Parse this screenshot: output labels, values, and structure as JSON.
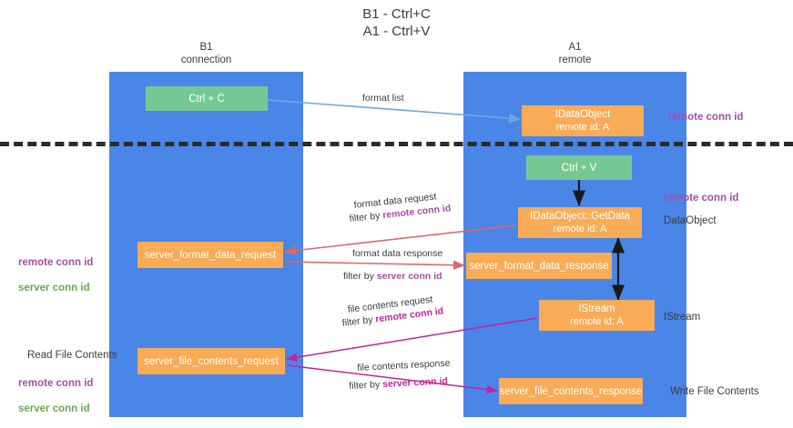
{
  "title": "B1 - Ctrl+C\nA1 - Ctrl+V",
  "lanes": [
    {
      "name": "b1",
      "title": "B1\nconnection"
    },
    {
      "name": "a1",
      "title": "A1\nremote"
    }
  ],
  "boxes": {
    "ctrl_c": {
      "line1": "Ctrl + C",
      "line2": "",
      "color": "#76c893"
    },
    "idataobject": {
      "line1": "IDataObject",
      "line2": "remote id: A",
      "color": "#f9ab55"
    },
    "ctrl_v": {
      "line1": "Ctrl + V",
      "line2": "",
      "color": "#76c893"
    },
    "getdata": {
      "line1": "IDataObject::GetData",
      "line2": "remote id: A",
      "color": "#f9ab55"
    },
    "format_data_request": {
      "line1": "server_format_data_request",
      "line2": "",
      "color": "#f9ab55"
    },
    "format_data_response": {
      "line1": "server_format_data_response",
      "line2": "",
      "color": "#f9ab55"
    },
    "istream": {
      "line1": "IStream",
      "line2": "remote id: A",
      "color": "#f9ab55"
    },
    "file_contents_request": {
      "line1": "server_file_contents_request",
      "line2": "",
      "color": "#f9ab55"
    },
    "file_contents_response": {
      "line1": "server_file_contents_response",
      "line2": "",
      "color": "#f9ab55"
    }
  },
  "edges": {
    "format_list": "format list",
    "format_data_request_1": "format data request",
    "format_data_request_2_prefix": "filter by ",
    "format_data_request_2_value": "remote conn id",
    "format_data_response_1": "format data response",
    "format_data_response_2_prefix": "filter by ",
    "format_data_response_2_value": "server conn id",
    "file_contents_request_1": "file contents request",
    "file_contents_request_2_prefix": "filter by ",
    "file_contents_request_2_value": "remote conn id",
    "file_contents_response_1": "file contents response",
    "file_contents_response_2_prefix": "filter by ",
    "file_contents_response_2_value": "server conn id"
  },
  "annotations": {
    "remote_conn_id_top": "remote conn id",
    "remote_conn_id_mid": "remote conn id",
    "dataobject": "DataObject",
    "istream": "IStream",
    "write_file_contents": "Write File Contents",
    "read_file_contents": "Read File Contents",
    "left_remote_conn_id": "remote conn id",
    "left_server_conn_id": "server conn id",
    "left_remote_conn_id_2": "remote conn id",
    "left_server_conn_id_2": "server conn id"
  },
  "colors": {
    "lane": "#4a86e8",
    "green_box": "#76c893",
    "orange_box": "#f9ab55",
    "purple_text": "#a64ca6",
    "green_text": "#6aa84f",
    "magenta_text": "#c5229e",
    "separator": "#2b2b2b",
    "arrow_blue": "#6fa8dc",
    "arrow_red": "#e06666",
    "arrow_magenta": "#c5229e",
    "arrow_black": "#1a1a1a"
  }
}
